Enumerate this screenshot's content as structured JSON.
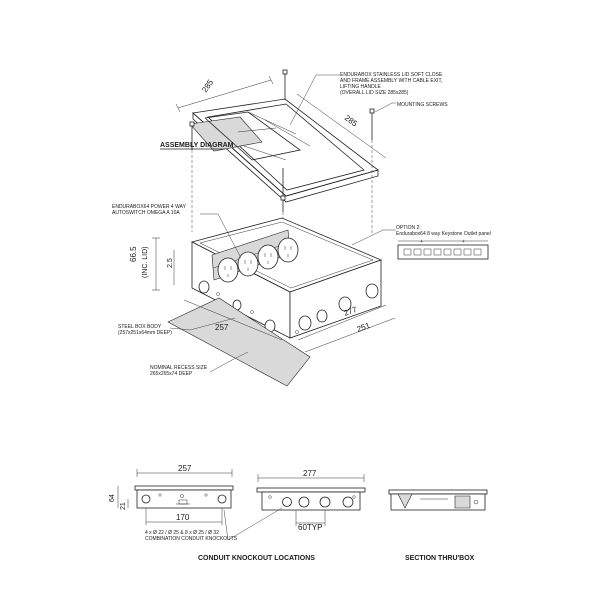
{
  "labels": {
    "assembly_diagram": "ASSEMBLY DIAGRAM",
    "lid_note_1": "ENDURABOX STAINLESS LID SOFT CLOSE",
    "lid_note_2": "AND FRAME ASSEMBLY WITH CABLE EXIT,",
    "lid_note_3": "LIFTING HANDLE",
    "lid_note_4": "(OVERALL LID SIZE 285x285)",
    "mounting_screws": "MOUNTING SCREWS",
    "power_note_1": "ENDURABOX64 POWER 4 WAY",
    "power_note_2": "AUTOSWITCH OMEGA A 10A",
    "option_note_1": "OPTION 2:",
    "option_note_2": "Endurabox64 8 way Keystone Outlet panel",
    "body_note_1": "STEEL BOX BODY",
    "body_note_2": "(257x251x64mm DEEP)",
    "recess_note_1": "NOMINAL RECESS SIZE",
    "recess_note_2": "265x265x74 DEEP",
    "knockout_note_1": "4 x Ø 22 / Ø 25 & 8 x Ø 25 / Ø 32",
    "knockout_note_2": "COMBINATION CONDUIT KNOCKOUTS",
    "conduit_heading": "CONDUIT KNOCKOUT LOCATIONS",
    "section_heading": "SECTION THRU'BOX"
  },
  "dimensions": {
    "lid_left": "285",
    "lid_right": "285",
    "height_inc_lid": "66.5",
    "inc_lid": "(INC. LID)",
    "depth_small": "2.5",
    "body_width": "257",
    "body_277": "277",
    "body_251": "251",
    "front_257": "257",
    "front_height": "64",
    "front_21": "21",
    "front_170": "170",
    "side_277": "277",
    "typ_60": "60TYP"
  }
}
